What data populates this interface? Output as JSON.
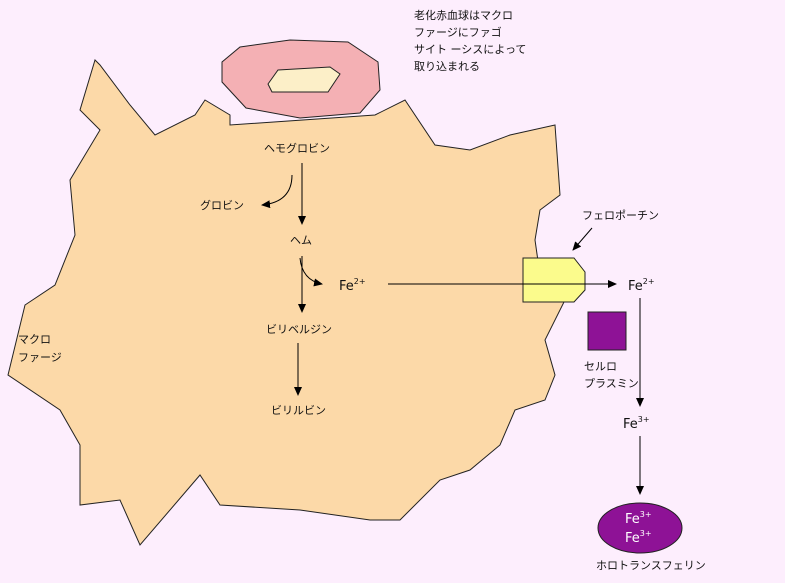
{
  "header_caption": [
    "老化赤血球はマクロ",
    "ファージにファゴ",
    "サイト ーシスによって",
    "取り込まれる"
  ],
  "macrophage_label": [
    "マクロ",
    "ファージ"
  ],
  "pathway": {
    "hemoglobin": "ヘモグロビン",
    "globin": "グロビン",
    "heme": "ヘム",
    "biliverdin": "ビリベルジン",
    "bilirubin": "ビリルビン"
  },
  "iron": {
    "fe2_symbol": "Fe",
    "fe2_charge": "2+",
    "fe3_symbol": "Fe",
    "fe3_charge": "3+"
  },
  "ferroportin_label": "フェロポーチン",
  "ceruloplasmin_label": [
    "セルロ",
    "プラスミン"
  ],
  "holotransferrin": {
    "label": "ホロトランスフェリン",
    "line1_symbol": "Fe",
    "line1_charge": "3+",
    "line2_symbol": "Fe",
    "line2_charge": "3+"
  },
  "colors": {
    "background": "#fdeefd",
    "macrophage_fill": "#fcd9a8",
    "rbc_fill": "#f4b0b4",
    "rbc_inner": "#fcefc8",
    "ferroportin_fill": "#fbfb8c",
    "ceruloplasmin_fill": "#8e1296",
    "holotransferrin_fill": "#8e1296"
  }
}
